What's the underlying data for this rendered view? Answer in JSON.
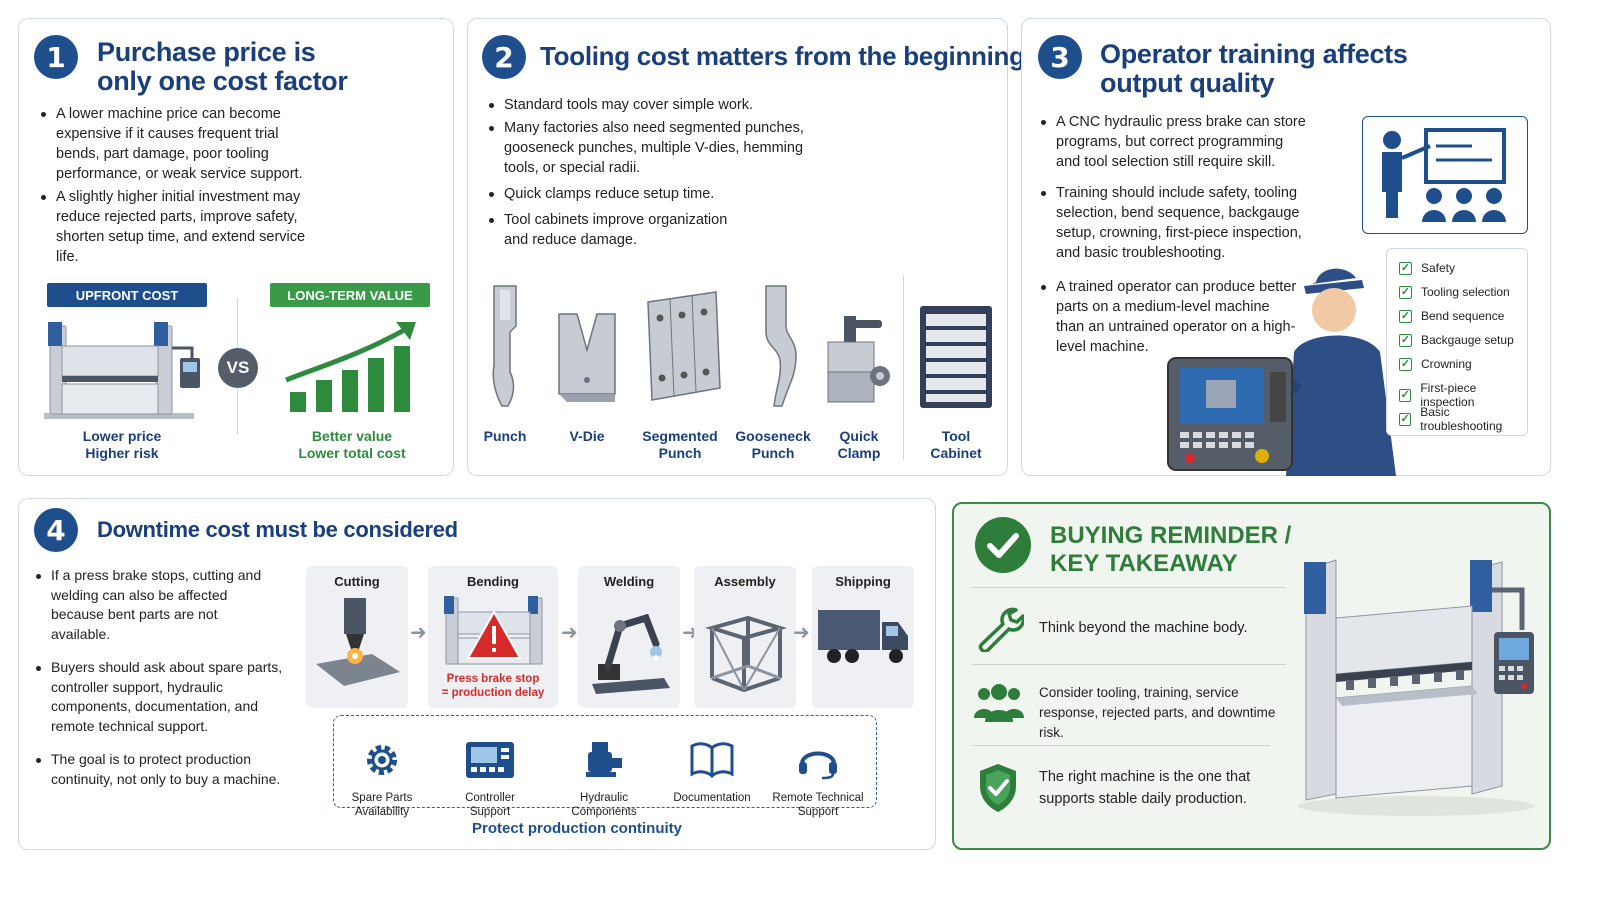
{
  "p1": {
    "num": "1",
    "title_l1": "Purchase price is",
    "title_l2": "only one cost factor",
    "bullets": [
      "A lower machine price can become expensive if it causes frequent trial bends, part damage, poor tooling performance, or weak service support.",
      "A slightly higher initial investment may reduce rejected parts, improve safety, shorten setup time, and extend service life."
    ],
    "upfront": "UPFRONT COST",
    "longterm": "LONG-TERM VALUE",
    "vs": "VS",
    "left_l1": "Lower price",
    "left_l2": "Higher risk",
    "right_l1": "Better value",
    "right_l2": "Lower total cost"
  },
  "p2": {
    "num": "2",
    "title": "Tooling cost matters from the beginning",
    "bullets": [
      "Standard tools may cover simple work.",
      "Many factories also need segmented punches, gooseneck punches, multiple V-dies, hemming tools, or special radii.",
      "Quick clamps reduce setup time.",
      "Tool cabinets improve organization and reduce damage."
    ],
    "tools": [
      {
        "l1": "Punch",
        "l2": ""
      },
      {
        "l1": "V-Die",
        "l2": ""
      },
      {
        "l1": "Segmented",
        "l2": "Punch"
      },
      {
        "l1": "Gooseneck",
        "l2": "Punch"
      },
      {
        "l1": "Quick",
        "l2": "Clamp"
      },
      {
        "l1": "Tool",
        "l2": "Cabinet"
      }
    ]
  },
  "p3": {
    "num": "3",
    "title_l1": "Operator training affects",
    "title_l2": "output quality",
    "bullets": [
      "A CNC hydraulic press brake can store programs, but correct programming and tool selection still require skill.",
      "Training should include safety, tooling selection, bend sequence, backgauge setup, crowning, first-piece inspection, and basic troubleshooting.",
      "A trained operator can produce better parts on a medium-level machine than an untrained operator on a high-level machine."
    ],
    "checklist": [
      "Safety",
      "Tooling selection",
      "Bend sequence",
      "Backgauge setup",
      "Crowning",
      "First-piece inspection",
      "Basic troubleshooting"
    ]
  },
  "p4": {
    "num": "4",
    "title": "Downtime cost must be considered",
    "bullets": [
      "If a press brake stops, cutting and welding can also be affected because bent parts are not available.",
      "Buyers should ask about spare parts, controller support, hydraulic components, documentation, and remote technical support.",
      "The goal is to protect production continuity, not only to buy a machine."
    ],
    "steps": [
      "Cutting",
      "Bending",
      "Welding",
      "Assembly",
      "Shipping"
    ],
    "stop_l1": "Press brake stop",
    "stop_l2": "= production delay",
    "support": [
      {
        "l1": "Spare Parts",
        "l2": "Availability"
      },
      {
        "l1": "Controller",
        "l2": "Support"
      },
      {
        "l1": "Hydraulic",
        "l2": "Components"
      },
      {
        "l1": "Documentation",
        "l2": ""
      },
      {
        "l1": "Remote Technical",
        "l2": "Support"
      }
    ],
    "protect": "Protect production continuity"
  },
  "p5": {
    "title_l1": "BUYING REMINDER /",
    "title_l2": "KEY TAKEAWAY",
    "items": [
      "Think beyond the machine body.",
      "Consider tooling, training, service response, rejected parts, and downtime risk.",
      "The right machine is the one that supports stable daily production."
    ]
  },
  "colors": {
    "navy": "#1a3f7a",
    "blue": "#1f4e8c",
    "green": "#2e8b3e",
    "red": "#d62b2b"
  }
}
